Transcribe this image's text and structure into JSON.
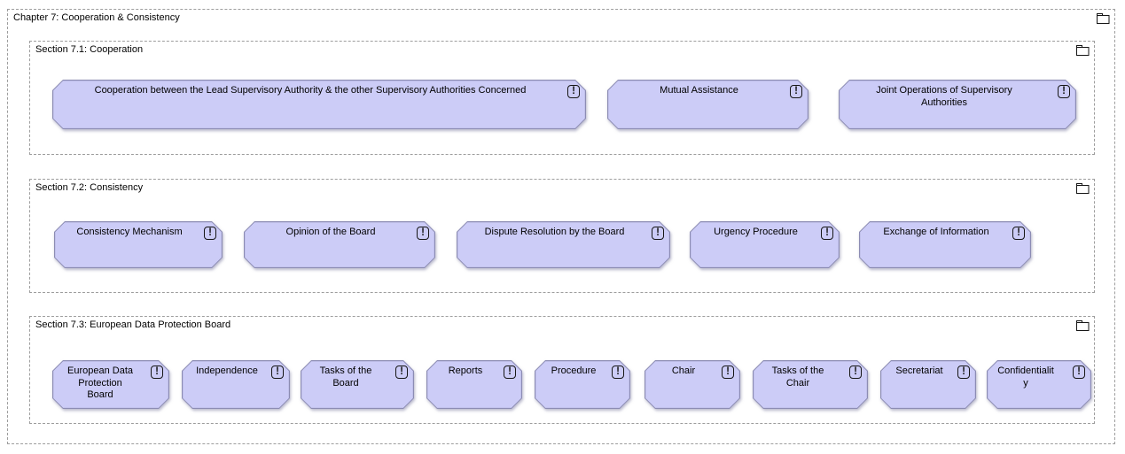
{
  "chapter": {
    "title": "Chapter 7: Cooperation & Consistency",
    "sections": [
      {
        "title": "Section 7.1: Cooperation",
        "items": [
          {
            "label": "Cooperation between the Lead Supervisory Authority & the other Supervisory Authorities Concerned"
          },
          {
            "label": "Mutual Assistance"
          },
          {
            "label": "Joint Operations of Supervisory Authorities"
          }
        ]
      },
      {
        "title": "Section 7.2: Consistency",
        "items": [
          {
            "label": "Consistency Mechanism"
          },
          {
            "label": "Opinion of the Board"
          },
          {
            "label": "Dispute Resolution by the Board"
          },
          {
            "label": "Urgency Procedure"
          },
          {
            "label": "Exchange of Information"
          }
        ]
      },
      {
        "title": "Section 7.3: European Data Protection Board",
        "items": [
          {
            "label": "European Data Protection Board"
          },
          {
            "label": "Independence"
          },
          {
            "label": "Tasks of the Board"
          },
          {
            "label": "Reports"
          },
          {
            "label": "Procedure"
          },
          {
            "label": "Chair"
          },
          {
            "label": "Tasks of the Chair"
          },
          {
            "label": "Secretariat"
          },
          {
            "label": "Confidentiality"
          }
        ]
      }
    ]
  },
  "icons": {
    "principle_glyph": "!",
    "principle_icon_name": "exclamation-icon",
    "group_icon_name": "folder-icon"
  },
  "colors": {
    "element_fill": "#ccccf7",
    "element_border": "#8c8cb3",
    "group_border": "#9d9d9d",
    "icon_stroke": "#161616",
    "text": "#000000"
  }
}
